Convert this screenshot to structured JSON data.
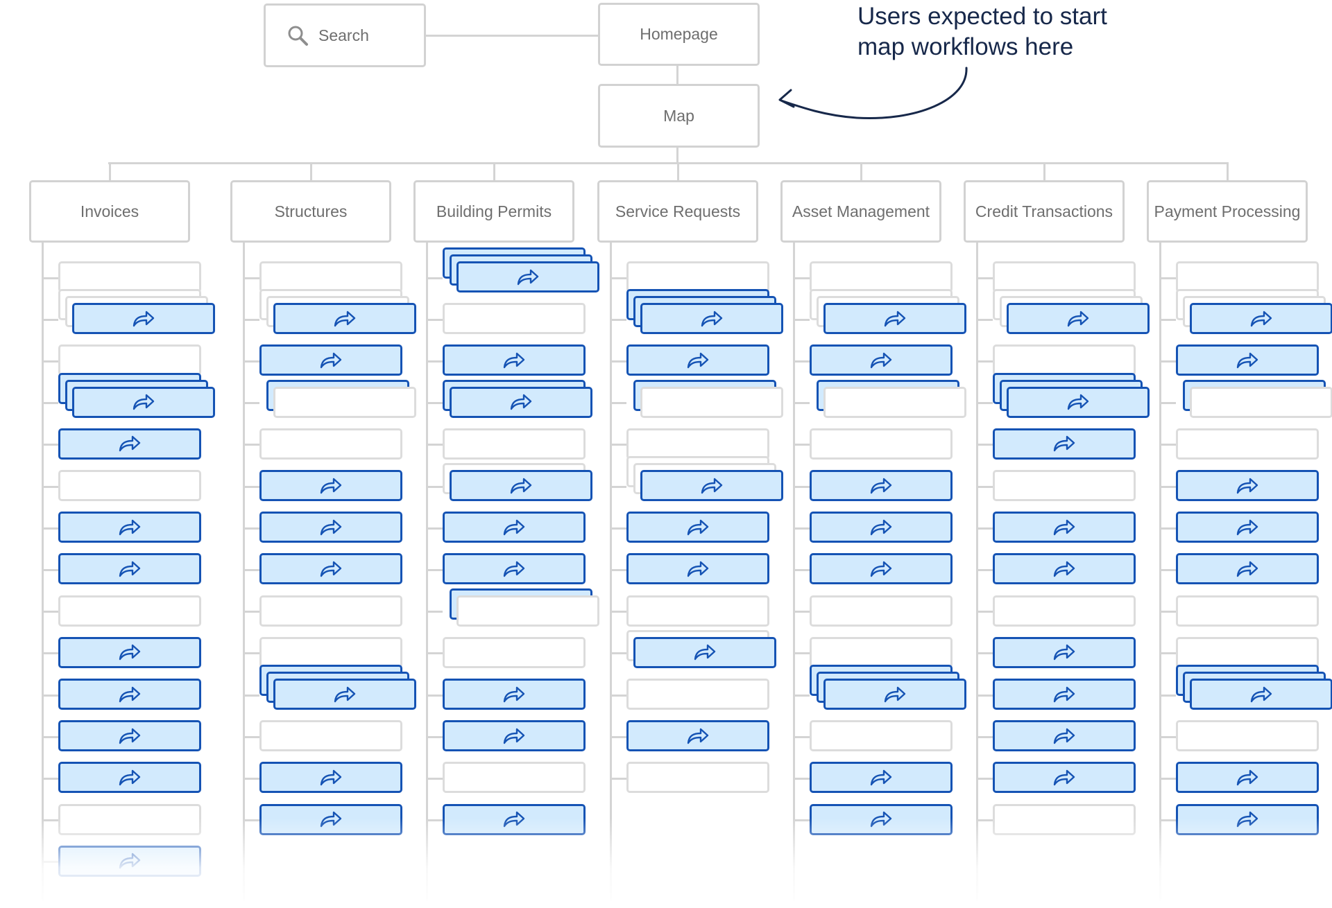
{
  "search": {
    "label": "Search",
    "icon": "search-icon"
  },
  "homepage": {
    "label": "Homepage"
  },
  "map": {
    "label": "Map"
  },
  "annotation": {
    "line1": "Users expected to start",
    "line2": "map workflows here"
  },
  "colors": {
    "node_border": "#d2d2d2",
    "card_fill": "#d2eafd",
    "card_border": "#1553b4",
    "annotation_text": "#17284a"
  },
  "card_icon": "redirect-arrow-icon",
  "columns": [
    {
      "label": "Invoices",
      "cards": [
        "W",
        "S3",
        "W",
        "B3",
        "B",
        "W",
        "B",
        "B",
        "W",
        "B",
        "B",
        "B",
        "B",
        "W",
        "B"
      ]
    },
    {
      "label": "Structures",
      "cards": [
        "W",
        "S3",
        "B",
        "SW",
        "W",
        "B",
        "B",
        "B",
        "W",
        "W",
        "B3",
        "W",
        "B",
        "B"
      ]
    },
    {
      "label": "Building Permits",
      "cards": [
        "B3",
        "W",
        "B",
        "S2",
        "W",
        "SB",
        "B",
        "B",
        "SW",
        "W",
        "B",
        "B",
        "W",
        "B"
      ]
    },
    {
      "label": "Service Requests",
      "cards": [
        "W",
        "B3",
        "B",
        "SW",
        "W",
        "S3",
        "B",
        "B",
        "W",
        "SB",
        "W",
        "B",
        "W"
      ]
    },
    {
      "label": "Asset Management",
      "cards": [
        "W",
        "S3",
        "B",
        "SW",
        "W",
        "B",
        "B",
        "B",
        "W",
        "W",
        "B3",
        "W",
        "B",
        "B"
      ]
    },
    {
      "label": "Credit Transactions",
      "cards": [
        "W",
        "S3",
        "W",
        "B3",
        "B",
        "W",
        "B",
        "B",
        "W",
        "B",
        "B",
        "B",
        "B",
        "W"
      ]
    },
    {
      "label": "Payment Processing",
      "cards": [
        "W",
        "S3",
        "B",
        "SW",
        "W",
        "B",
        "B",
        "B",
        "W",
        "W",
        "B3",
        "W",
        "B",
        "B"
      ]
    }
  ]
}
